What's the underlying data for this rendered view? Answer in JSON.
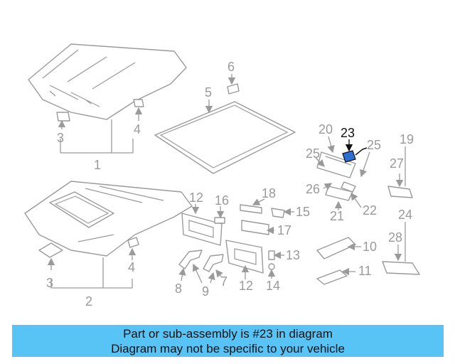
{
  "labels": {
    "l1": "1",
    "l2": "2",
    "l3a": "3",
    "l3b": "3",
    "l4a": "4",
    "l4b": "4",
    "l5": "5",
    "l6": "6",
    "l7": "7",
    "l8": "8",
    "l9": "9",
    "l10": "10",
    "l11": "11",
    "l12a": "12",
    "l12b": "12",
    "l13": "13",
    "l14": "14",
    "l15": "15",
    "l16": "16",
    "l17": "17",
    "l18": "18",
    "l19": "19",
    "l20": "20",
    "l21": "21",
    "l22": "22",
    "l23": "23",
    "l24": "24",
    "l25a": "25",
    "l25b": "25",
    "l26": "26",
    "l27": "27",
    "l28": "28"
  },
  "highlight_part": "23",
  "colors": {
    "banner": "#58c4f6",
    "highlight": "#111111",
    "lines": "#9a9a9a"
  },
  "banner": {
    "line1": "Part or sub-assembly is #23 in diagram",
    "line2": "Diagram may not be specific to your vehicle"
  }
}
